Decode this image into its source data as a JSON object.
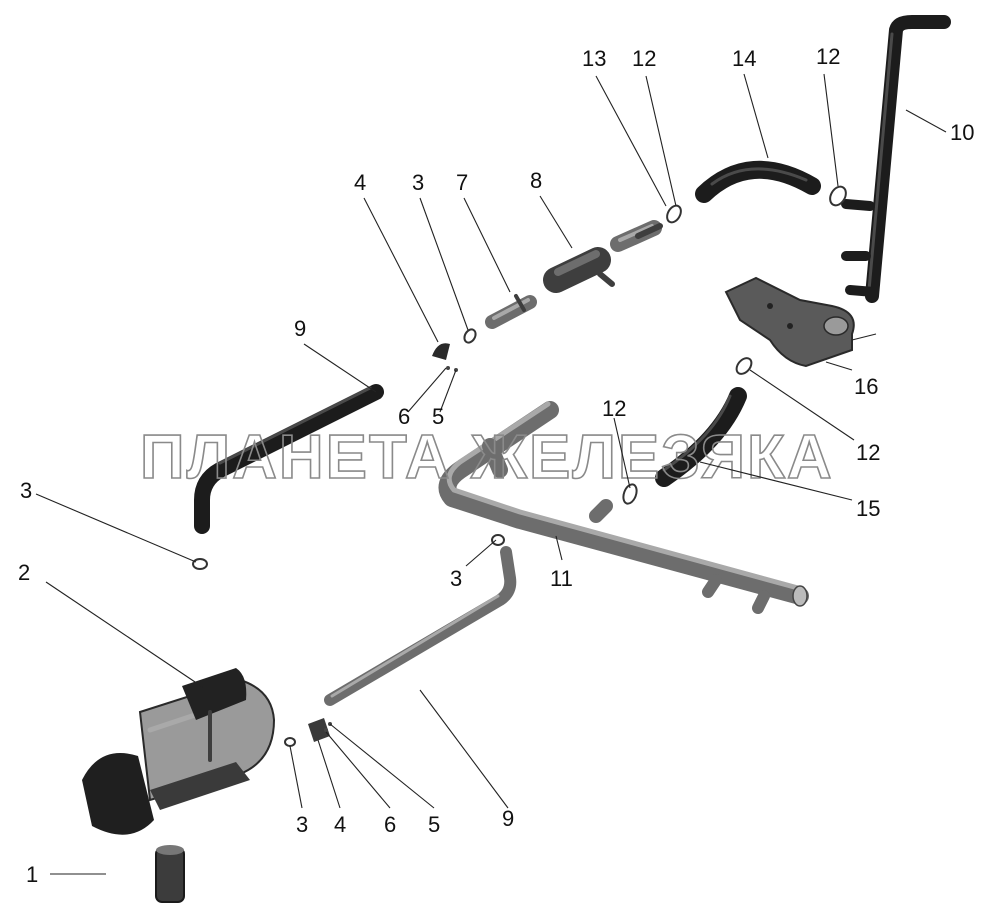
{
  "watermark": "ПЛАНЕТА ЖЕЛЕЗЯКА",
  "callouts": [
    {
      "id": "c13",
      "label": "13"
    },
    {
      "id": "c12a",
      "label": "12"
    },
    {
      "id": "c14",
      "label": "14"
    },
    {
      "id": "c12b",
      "label": "12"
    },
    {
      "id": "c10",
      "label": "10"
    },
    {
      "id": "c4a",
      "label": "4"
    },
    {
      "id": "c3a",
      "label": "3"
    },
    {
      "id": "c7",
      "label": "7"
    },
    {
      "id": "c8",
      "label": "8"
    },
    {
      "id": "c9a",
      "label": "9"
    },
    {
      "id": "c16",
      "label": "16"
    },
    {
      "id": "c6a",
      "label": "6"
    },
    {
      "id": "c5a",
      "label": "5"
    },
    {
      "id": "c12c",
      "label": "12"
    },
    {
      "id": "c12d",
      "label": "12"
    },
    {
      "id": "c15",
      "label": "15"
    },
    {
      "id": "c3b",
      "label": "3"
    },
    {
      "id": "c2",
      "label": "2"
    },
    {
      "id": "c3c",
      "label": "3"
    },
    {
      "id": "c11",
      "label": "11"
    },
    {
      "id": "c9b",
      "label": "9"
    },
    {
      "id": "c3d",
      "label": "3"
    },
    {
      "id": "c4b",
      "label": "4"
    },
    {
      "id": "c6b",
      "label": "6"
    },
    {
      "id": "c5b",
      "label": "5"
    },
    {
      "id": "c1",
      "label": "1"
    }
  ]
}
